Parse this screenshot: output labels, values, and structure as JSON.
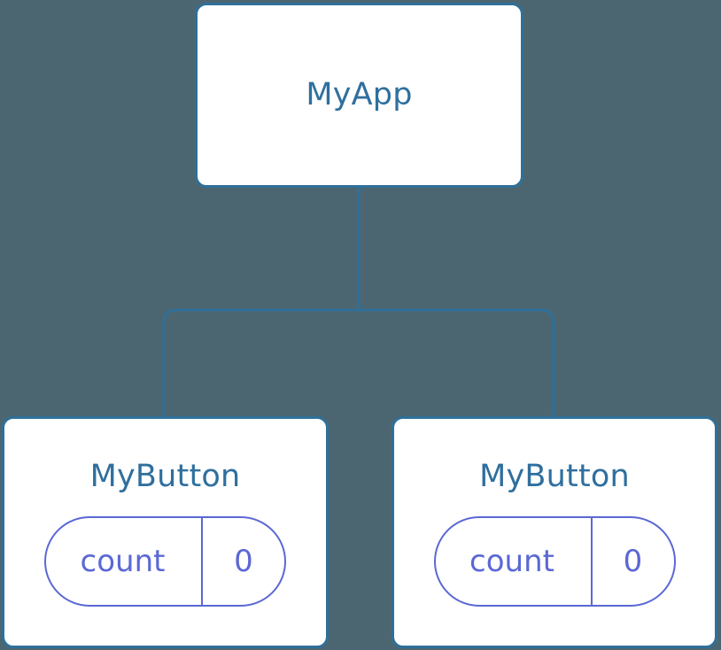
{
  "diagram": {
    "title": "component-tree",
    "background_color": "#4c6671",
    "node_fill": "#ffffff",
    "node_border_color": "#2f7099",
    "node_label_color": "#2f6f9e",
    "edge_color": "#2f7099",
    "state_color": "#5b68d4"
  },
  "nodes": {
    "root": {
      "label": "MyApp"
    },
    "left": {
      "label": "MyButton",
      "state": {
        "key": "count",
        "value": "0"
      }
    },
    "right": {
      "label": "MyButton",
      "state": {
        "key": "count",
        "value": "0"
      }
    }
  },
  "edges": [
    {
      "from": "root",
      "to": "left"
    },
    {
      "from": "root",
      "to": "right"
    }
  ]
}
